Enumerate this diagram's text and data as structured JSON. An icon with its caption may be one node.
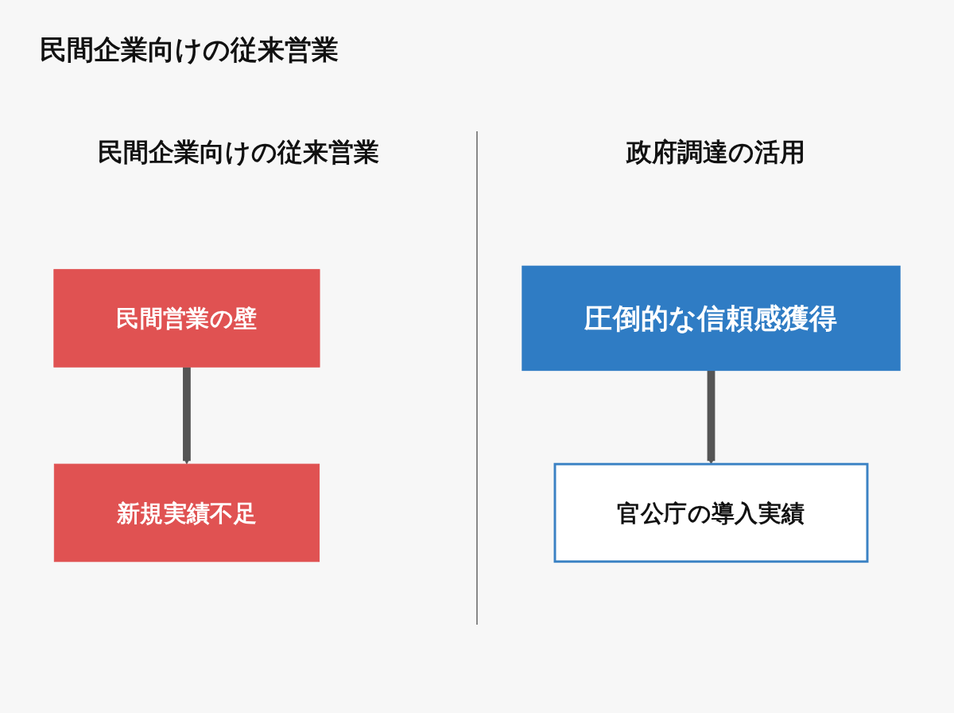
{
  "diagram": {
    "title": "民間企業向けの従来営業",
    "nodes": [
      {
        "text": [
          "民間営業の壁"
        ]
      },
      {
        "text": [
          "新規実績不足"
        ]
      },
      {
        "text": [
          "官公庁の導入実績"
        ]
      },
      {
        "text": [
          "圧倒的な信頼感獲得"
        ]
      }
    ],
    "edges": [
      {
        "from": 0,
        "to": 1,
        "arrow": "to"
      },
      {
        "from": 3,
        "to": 2,
        "arrow": "to"
      }
    ],
    "labels": [
      "民間企業向けの従来営業",
      "政府調達の活用"
    ]
  }
}
